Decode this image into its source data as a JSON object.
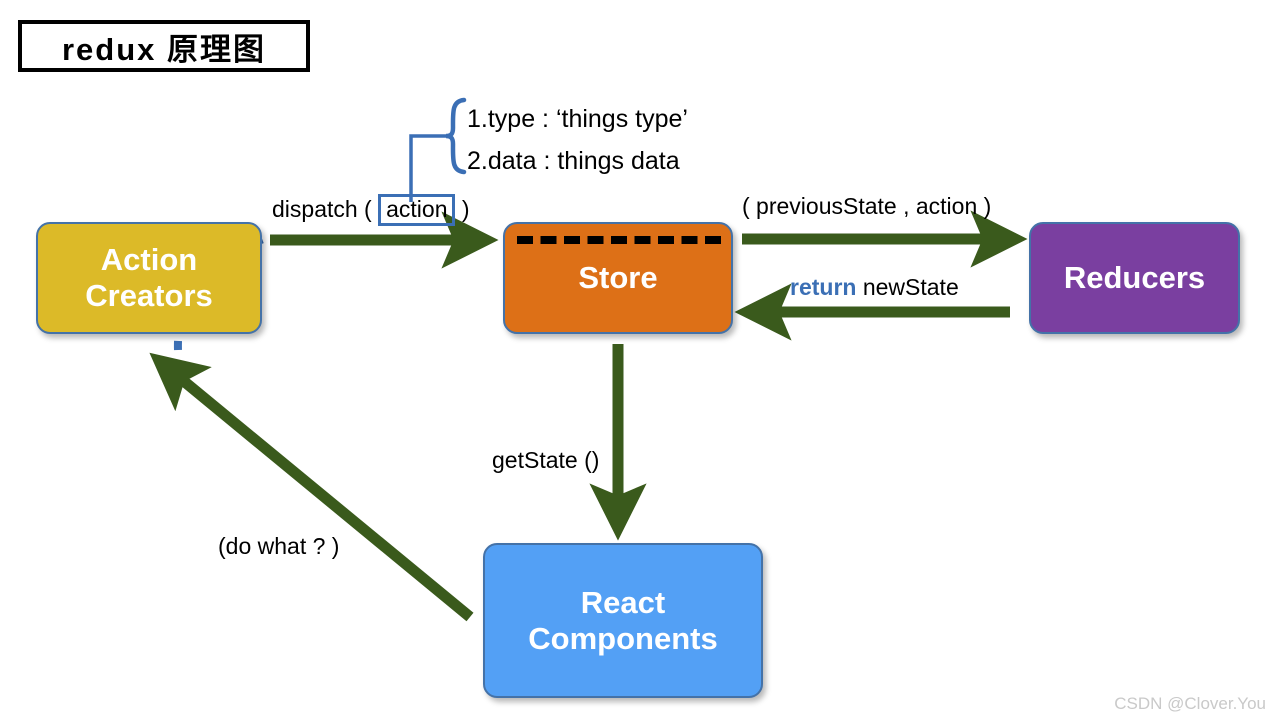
{
  "title": {
    "text": "redux 原理图"
  },
  "nodes": {
    "action_creators": {
      "line1": "Action",
      "line2": "Creators",
      "color": "#dcba28"
    },
    "store": {
      "line1": "Store",
      "color": "#dd7017"
    },
    "reducers": {
      "line1": "Reducers",
      "color": "#7a3fa0"
    },
    "react_components": {
      "line1": "React",
      "line2": "Components",
      "color": "#53a0f5"
    }
  },
  "labels": {
    "dispatch_prefix": "dispatch ( ",
    "dispatch_action": "action",
    "dispatch_suffix": " )",
    "previous_state": "( previousState , action )",
    "return_keyword": "return",
    "return_value": " newState",
    "get_state": "getState ()",
    "do_what": "(do what ? )"
  },
  "brace": {
    "line1": "1.type : ‘things type’",
    "line2": "2.data :  things data"
  },
  "colors": {
    "arrow_green": "#3a5a1c",
    "accent_blue": "#3b6fb5",
    "border_blue": "#4472a8",
    "title_black": "#000000"
  },
  "watermark": {
    "text": "CSDN @Clover.You"
  }
}
